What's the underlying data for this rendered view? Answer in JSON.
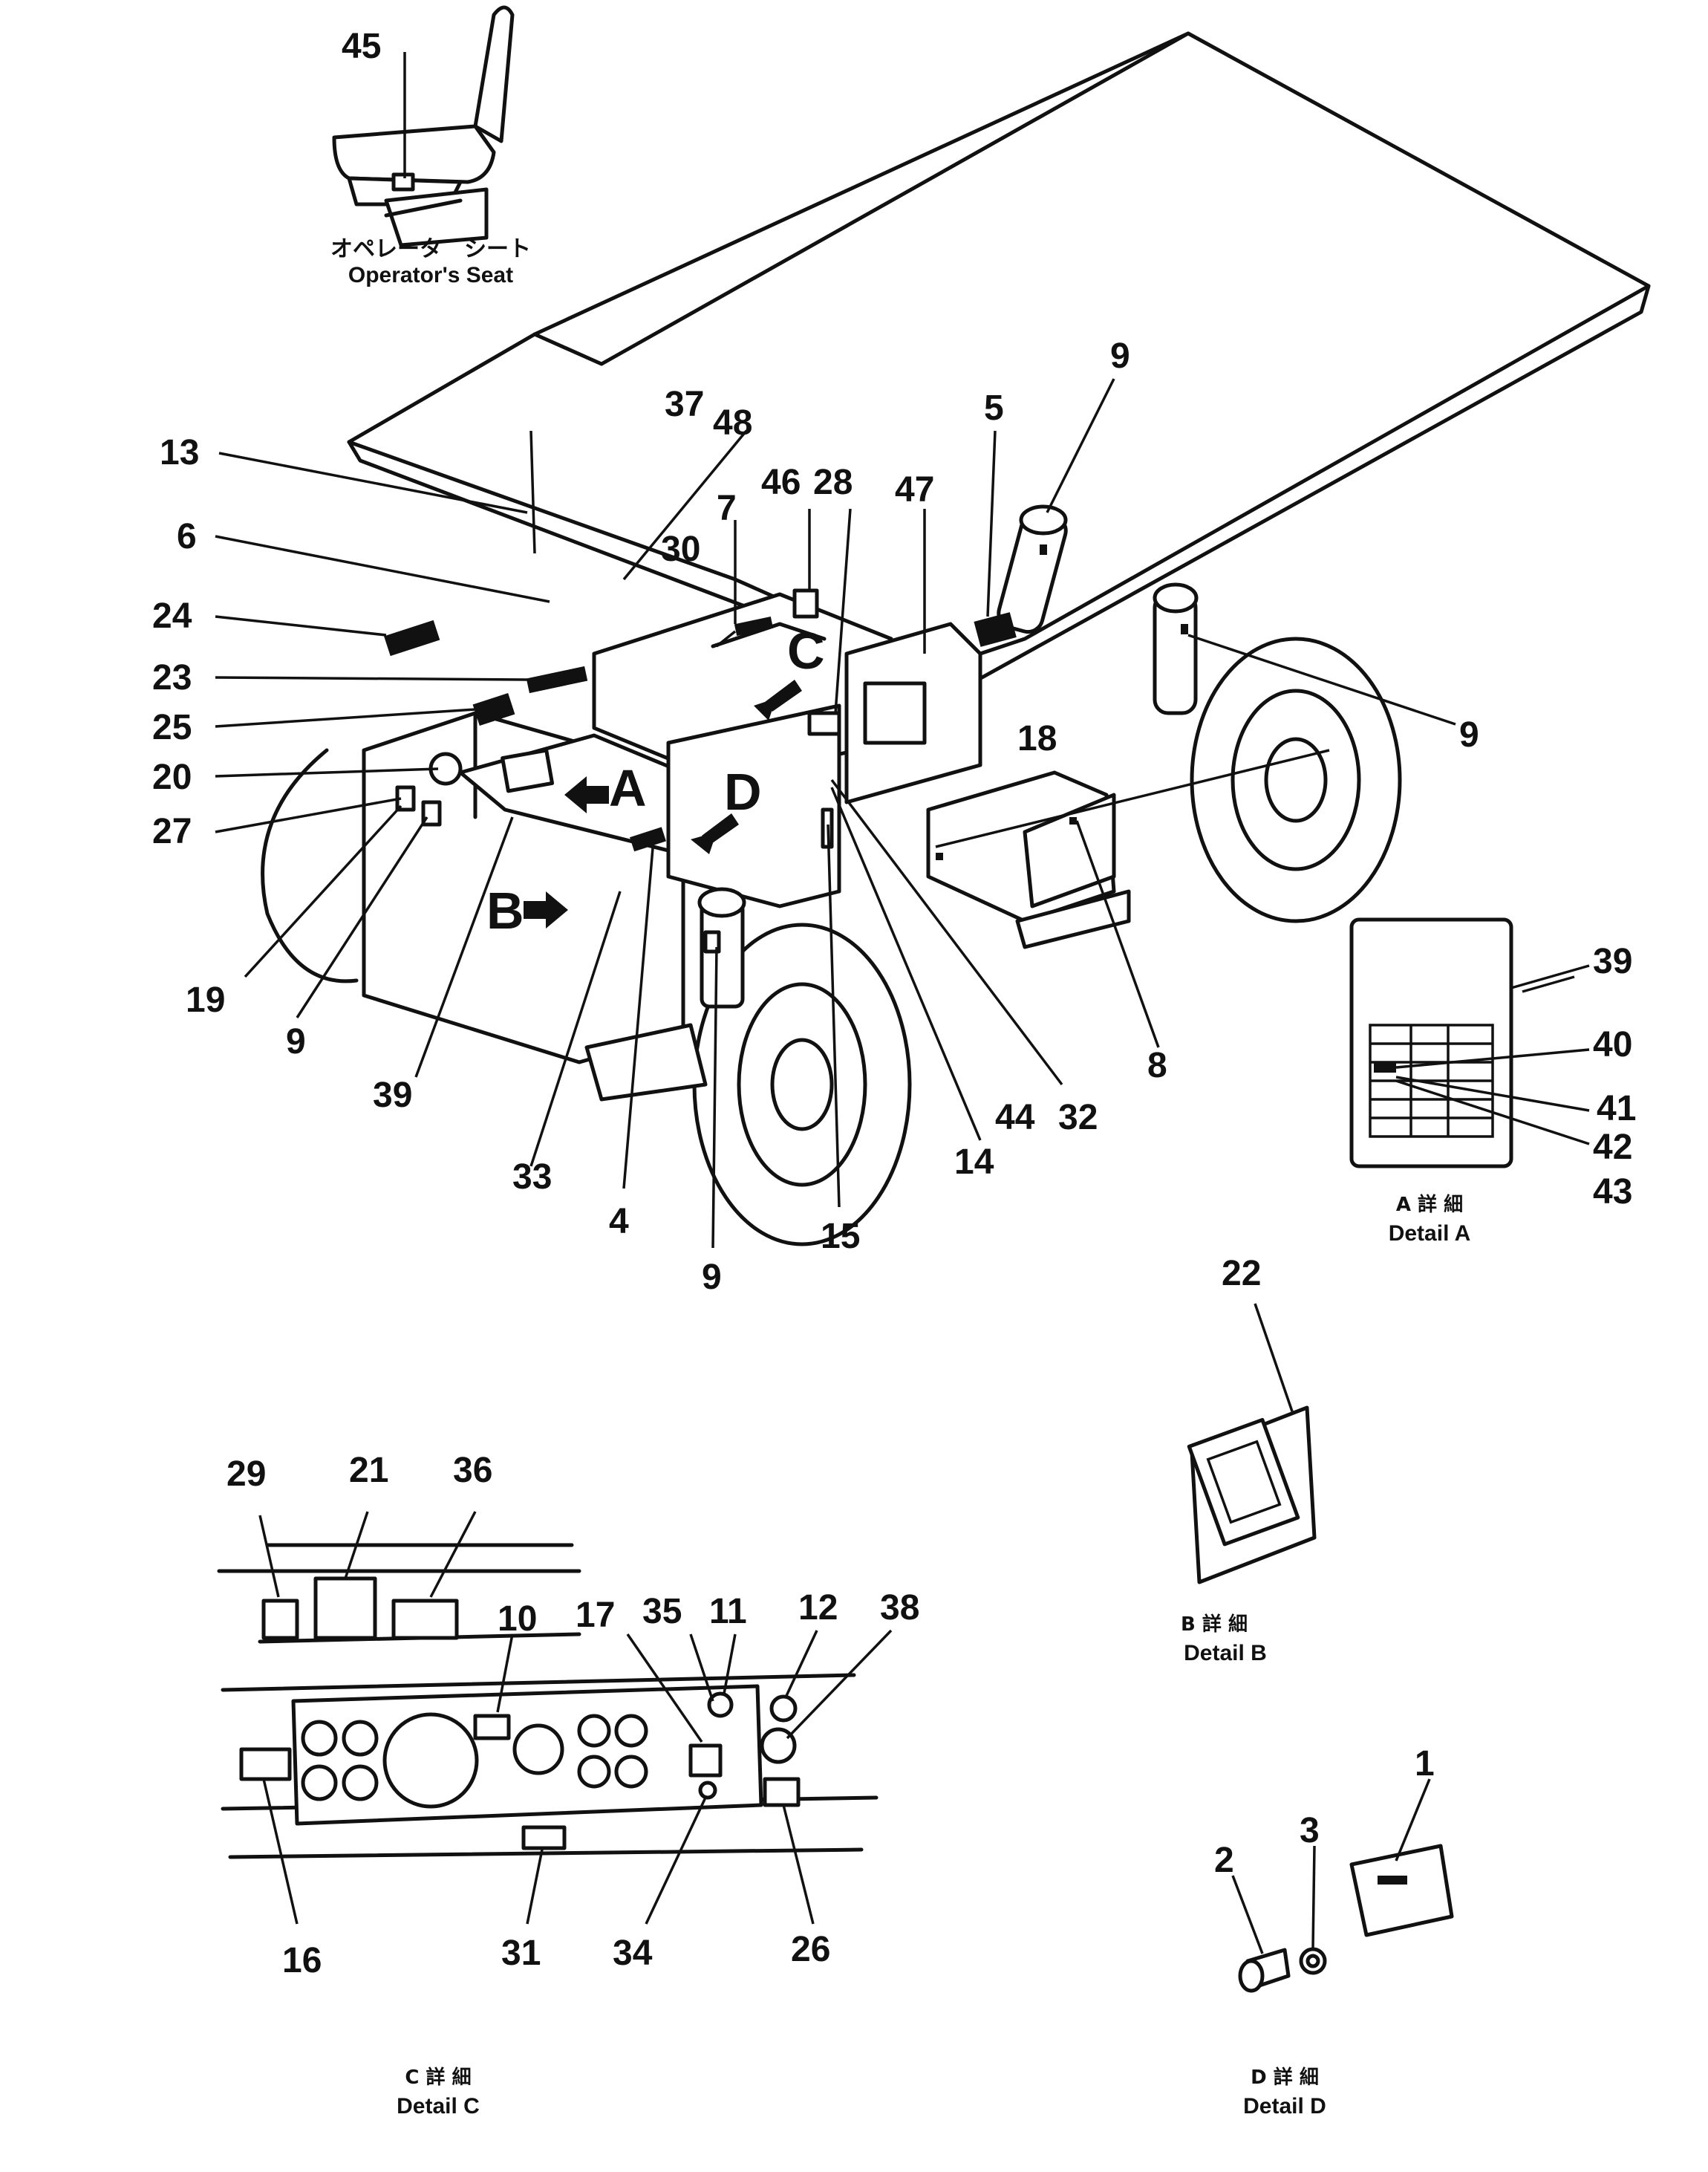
{
  "views": {
    "operators_seat": {
      "caption_jp": "オペレータ　シート",
      "caption_en": "Operator's  Seat"
    },
    "detail_a": {
      "caption_jp": "A 詳 細",
      "caption_en": "Detail  A"
    },
    "detail_b": {
      "caption_jp": "B 詳 細",
      "caption_en": "Detail  B"
    },
    "detail_c": {
      "caption_jp": "C 詳 細",
      "caption_en": "Detail  C"
    },
    "detail_d": {
      "caption_jp": "D 詳 細",
      "caption_en": "Detail  D"
    }
  },
  "view_markers": {
    "a": "A",
    "b": "B",
    "c": "C",
    "d": "D"
  },
  "part_numbers": {
    "p1": "1",
    "p2": "2",
    "p3": "3",
    "p4": "4",
    "p5": "5",
    "p6": "6",
    "p7": "7",
    "p8": "8",
    "p9": "9",
    "p10": "10",
    "p11": "11",
    "p12": "12",
    "p13": "13",
    "p14": "14",
    "p15": "15",
    "p16": "16",
    "p17": "17",
    "p18": "18",
    "p19": "19",
    "p20": "20",
    "p21": "21",
    "p22": "22",
    "p23": "23",
    "p24": "24",
    "p25": "25",
    "p26": "26",
    "p27": "27",
    "p28": "28",
    "p29": "29",
    "p30": "30",
    "p31": "31",
    "p32": "32",
    "p33": "33",
    "p34": "34",
    "p35": "35",
    "p36": "36",
    "p37": "37",
    "p38": "38",
    "p39": "39",
    "p40": "40",
    "p41": "41",
    "p42": "42",
    "p43": "43",
    "p44": "44",
    "p45": "45",
    "p46": "46",
    "p47": "47",
    "p48": "48"
  }
}
